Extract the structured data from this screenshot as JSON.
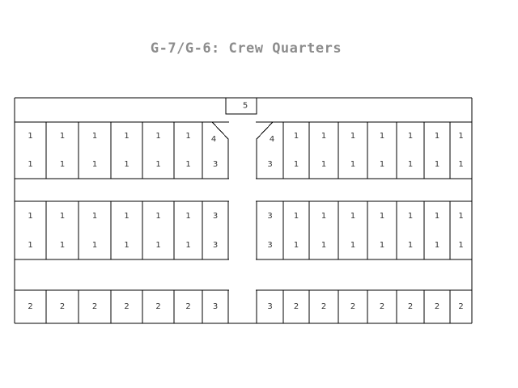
{
  "title": "G-7/G-6: Crew Quarters",
  "rooms": [
    {
      "id": "r0-L1",
      "label": "1"
    },
    {
      "id": "r0-L2",
      "label": "1"
    },
    {
      "id": "r0-L3",
      "label": "1"
    },
    {
      "id": "r0-L4",
      "label": "1"
    },
    {
      "id": "r0-L5",
      "label": "1"
    },
    {
      "id": "r0-L6",
      "label": "1"
    },
    {
      "id": "r0-L7",
      "label": "4"
    },
    {
      "id": "r0-R1",
      "label": "4"
    },
    {
      "id": "r0-R2",
      "label": "1"
    },
    {
      "id": "r0-R3",
      "label": "1"
    },
    {
      "id": "r0-R4",
      "label": "1"
    },
    {
      "id": "r0-R5",
      "label": "1"
    },
    {
      "id": "r0-R6",
      "label": "1"
    },
    {
      "id": "r0-R7",
      "label": "1"
    },
    {
      "id": "r0-R8",
      "label": "1"
    },
    {
      "id": "r1-L1",
      "label": "1"
    },
    {
      "id": "r1-L2",
      "label": "1"
    },
    {
      "id": "r1-L3",
      "label": "1"
    },
    {
      "id": "r1-L4",
      "label": "1"
    },
    {
      "id": "r1-L5",
      "label": "1"
    },
    {
      "id": "r1-L6",
      "label": "1"
    },
    {
      "id": "r1-L7",
      "label": "3"
    },
    {
      "id": "r1-R1",
      "label": "3"
    },
    {
      "id": "r1-R2",
      "label": "1"
    },
    {
      "id": "r1-R3",
      "label": "1"
    },
    {
      "id": "r1-R4",
      "label": "1"
    },
    {
      "id": "r1-R5",
      "label": "1"
    },
    {
      "id": "r1-R6",
      "label": "1"
    },
    {
      "id": "r1-R7",
      "label": "1"
    },
    {
      "id": "r1-R8",
      "label": "1"
    },
    {
      "id": "r2-L1",
      "label": "1"
    },
    {
      "id": "r2-L2",
      "label": "1"
    },
    {
      "id": "r2-L3",
      "label": "1"
    },
    {
      "id": "r2-L4",
      "label": "1"
    },
    {
      "id": "r2-L5",
      "label": "1"
    },
    {
      "id": "r2-L6",
      "label": "1"
    },
    {
      "id": "r2-L7",
      "label": "3"
    },
    {
      "id": "r2-R1",
      "label": "3"
    },
    {
      "id": "r2-R2",
      "label": "1"
    },
    {
      "id": "r2-R3",
      "label": "1"
    },
    {
      "id": "r2-R4",
      "label": "1"
    },
    {
      "id": "r2-R5",
      "label": "1"
    },
    {
      "id": "r2-R6",
      "label": "1"
    },
    {
      "id": "r2-R7",
      "label": "1"
    },
    {
      "id": "r2-R8",
      "label": "1"
    },
    {
      "id": "r3-L1",
      "label": "1"
    },
    {
      "id": "r3-L2",
      "label": "1"
    },
    {
      "id": "r3-L3",
      "label": "1"
    },
    {
      "id": "r3-L4",
      "label": "1"
    },
    {
      "id": "r3-L5",
      "label": "1"
    },
    {
      "id": "r3-L6",
      "label": "1"
    },
    {
      "id": "r3-L7",
      "label": "3"
    },
    {
      "id": "r3-R1",
      "label": "3"
    },
    {
      "id": "r3-R2",
      "label": "1"
    },
    {
      "id": "r3-R3",
      "label": "1"
    },
    {
      "id": "r3-R4",
      "label": "1"
    },
    {
      "id": "r3-R5",
      "label": "1"
    },
    {
      "id": "r3-R6",
      "label": "1"
    },
    {
      "id": "r3-R7",
      "label": "1"
    },
    {
      "id": "r3-R8",
      "label": "1"
    },
    {
      "id": "r4-L1",
      "label": "2"
    },
    {
      "id": "r4-L2",
      "label": "2"
    },
    {
      "id": "r4-L3",
      "label": "2"
    },
    {
      "id": "r4-L4",
      "label": "2"
    },
    {
      "id": "r4-L5",
      "label": "2"
    },
    {
      "id": "r4-L6",
      "label": "2"
    },
    {
      "id": "r4-L7",
      "label": "3"
    },
    {
      "id": "r4-R1",
      "label": "3"
    },
    {
      "id": "r4-R2",
      "label": "2"
    },
    {
      "id": "r4-R3",
      "label": "2"
    },
    {
      "id": "r4-R4",
      "label": "2"
    },
    {
      "id": "r4-R5",
      "label": "2"
    },
    {
      "id": "r4-R6",
      "label": "2"
    },
    {
      "id": "r4-R7",
      "label": "2"
    },
    {
      "id": "r4-R8",
      "label": "2"
    },
    {
      "id": "top-room",
      "label": "5"
    }
  ]
}
